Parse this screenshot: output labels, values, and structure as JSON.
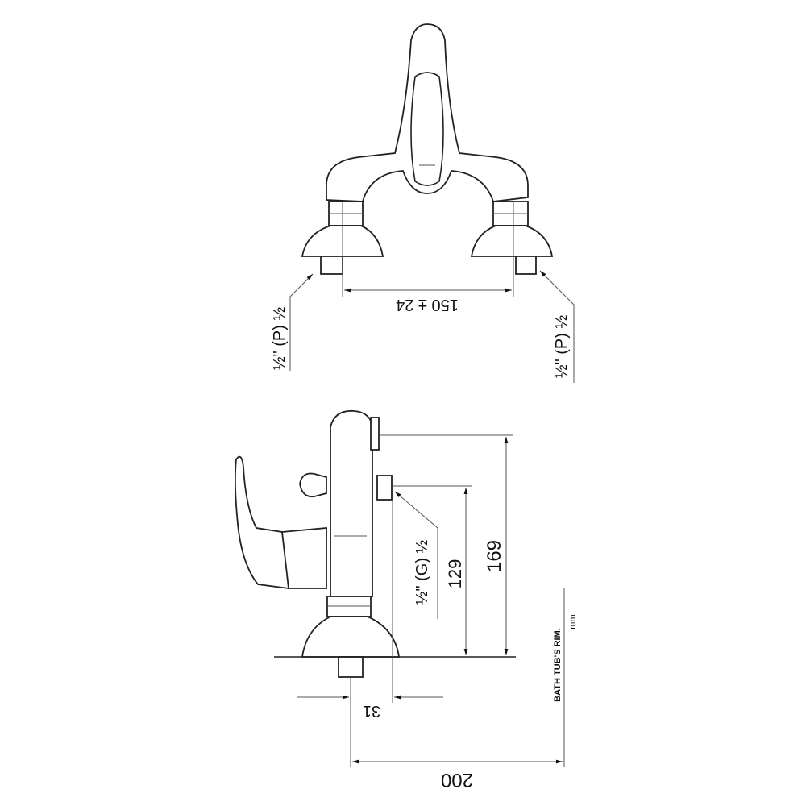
{
  "front_view": {
    "spacing_dimension": "150 ± 24",
    "left_inlet": "½\" (P) ½",
    "right_inlet": "½\" (P) ½"
  },
  "side_view": {
    "outlet_thread": "½\" (G) ½",
    "height_outlet": "129",
    "height_total": "169",
    "offset": "31",
    "depth": "200",
    "rim_label": "BATH TUB'S RIM.",
    "units": "mm."
  }
}
